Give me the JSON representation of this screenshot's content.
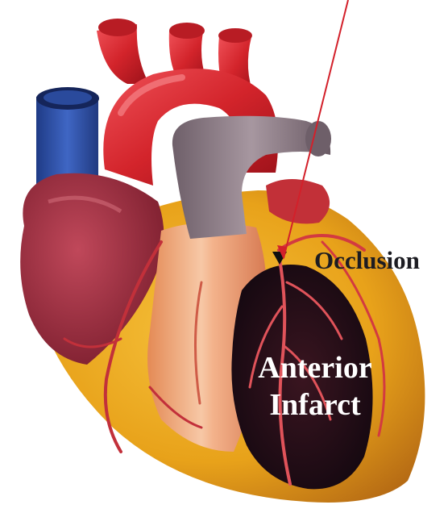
{
  "labels": {
    "occlusion": "Occlusion",
    "infarct_line1": "Anterior",
    "infarct_line2": "Infarct"
  },
  "colors": {
    "label_dark": "#1c1c22",
    "label_light": "#ffffff",
    "pointer_arrow": "#d3202a",
    "aorta": "#d42a2d",
    "vena_cava": "#2b4da0",
    "pulmonary_trunk": "#8e8089",
    "right_heart": "#a32c3a",
    "myocardium_fat": "#e8a91d",
    "infarct_zone": "#1f0d14"
  },
  "icons": {
    "pointer": "arrow-icon",
    "illustration": "heart-illustration"
  }
}
